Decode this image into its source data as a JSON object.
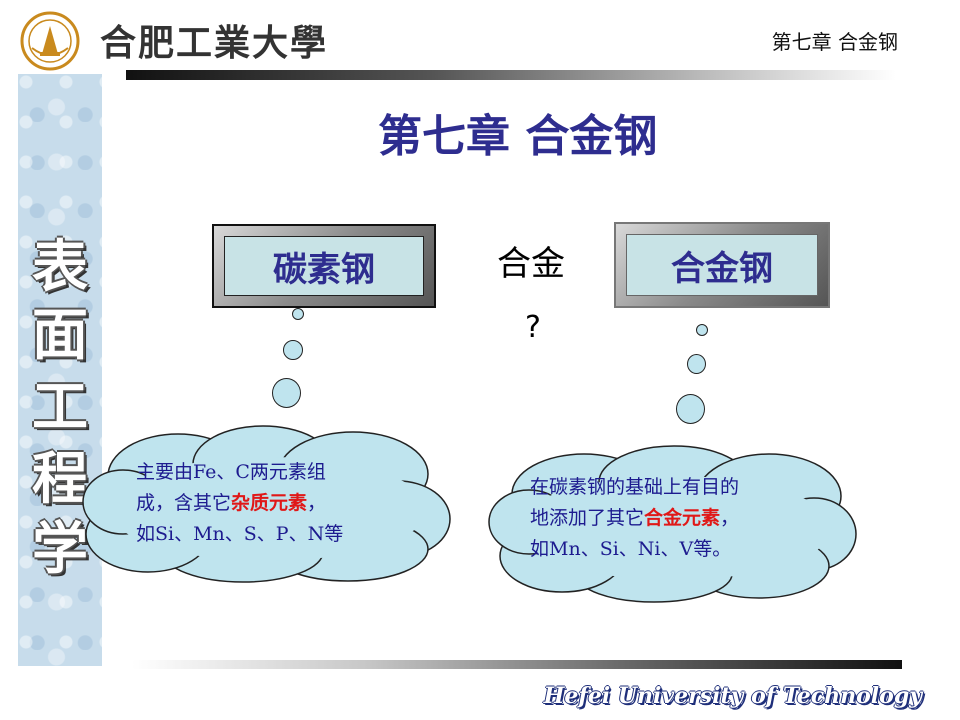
{
  "header": {
    "university_name": "合肥工業大學",
    "chapter": "第七章 合金钢"
  },
  "side_panel": {
    "chars": [
      "表",
      "面",
      "工",
      "程",
      "学"
    ]
  },
  "title": "第七章 合金钢",
  "left_box": {
    "label": "碳素钢"
  },
  "right_box": {
    "label": "合金钢"
  },
  "middle_label": "合金",
  "question_mark": "?",
  "left_cloud": {
    "line1": "主要由Fe、C两元素组",
    "line2_pre": "成，含其它",
    "line2_red": "杂质元素",
    "line2_post": "，",
    "line3": "如Si、Mn、S、P、N等"
  },
  "right_cloud": {
    "line1": "在碳素钢的基础上有目的",
    "line2_pre": "地添加了其它",
    "line2_red": "合金元素",
    "line2_post": "，",
    "line3": "如Mn、Si、Ni、V等。"
  },
  "footer": "Hefei University of Technology",
  "colors": {
    "title": "#2e2d8f",
    "box_fill": "#c8e3e6",
    "cloud_fill": "#bfe4ee",
    "highlight": "#e01818"
  }
}
